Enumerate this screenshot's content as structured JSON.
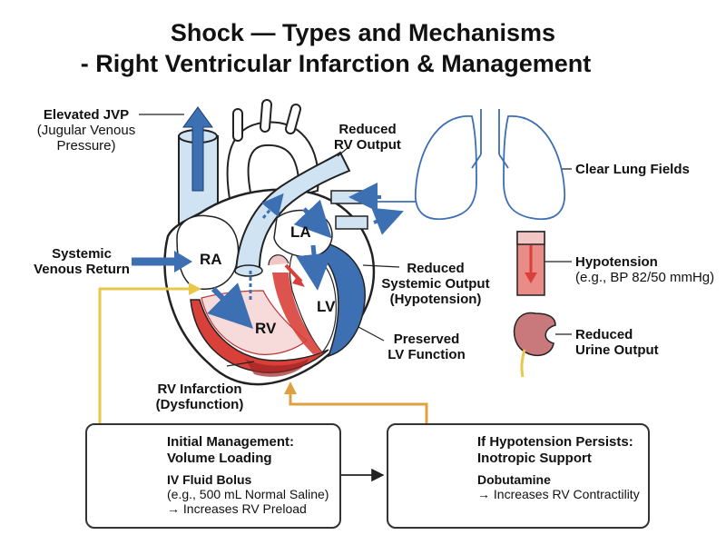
{
  "title": {
    "line1": "Shock — Types and Mechanisms",
    "line2": "- Right Ventricular Infarction & Management"
  },
  "labels": {
    "jvp_title": "Elevated JVP",
    "jvp_sub1": "(Jugular Venous",
    "jvp_sub2": "Pressure)",
    "reduced_rv_1": "Reduced",
    "reduced_rv_2": "RV Output",
    "systemic_return_1": "Systemic",
    "systemic_return_2": "Venous Return",
    "reduced_sys_1": "Reduced",
    "reduced_sys_2": "Systemic Output",
    "reduced_sys_3": "(Hypotension)",
    "preserved_1": "Preserved",
    "preserved_2": "LV Function",
    "rv_inf_1": "RV Infarction",
    "rv_inf_2": "(Dysfunction)",
    "lungs": "Clear Lung Fields",
    "hypotension": "Hypotension",
    "hypotension_sub": "(e.g., BP 82/50 mmHg)",
    "urine_1": "Reduced",
    "urine_2": "Urine Output"
  },
  "heart_labels": {
    "ra": "RA",
    "rv": "RV",
    "la": "LA",
    "lv": "LV"
  },
  "box_initial": {
    "heading1": "Initial Management:",
    "heading2": "Volume Loading",
    "item_title": "IV Fluid Bolus",
    "item_sub": "(e.g., 500 mL Normal Saline)",
    "item_effect": "→ Increases RV Preload"
  },
  "box_persist": {
    "heading1": "If Hypotension Persists:",
    "heading2": "Inotropic Support",
    "item_title": "Dobutamine",
    "item_effect": "→ Increases RV Contractility"
  },
  "colors": {
    "blue": "#3d6fb3",
    "light_blue": "#cfe3f3",
    "red": "#d9403a",
    "pink": "#f3c6c6",
    "yellow_line": "#e8c84a",
    "orange_line": "#e0a040"
  }
}
